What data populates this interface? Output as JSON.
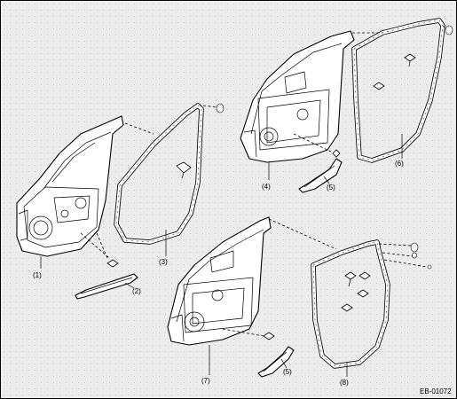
{
  "callouts": {
    "c1": "(1)",
    "c2": "(2)",
    "c3": "(3)",
    "c4": "(4)",
    "c5a": "(5)",
    "c5b": "(5)",
    "c6": "(6)",
    "c7": "(7)",
    "c8": "(8)"
  },
  "figure_code": "EB-01072"
}
